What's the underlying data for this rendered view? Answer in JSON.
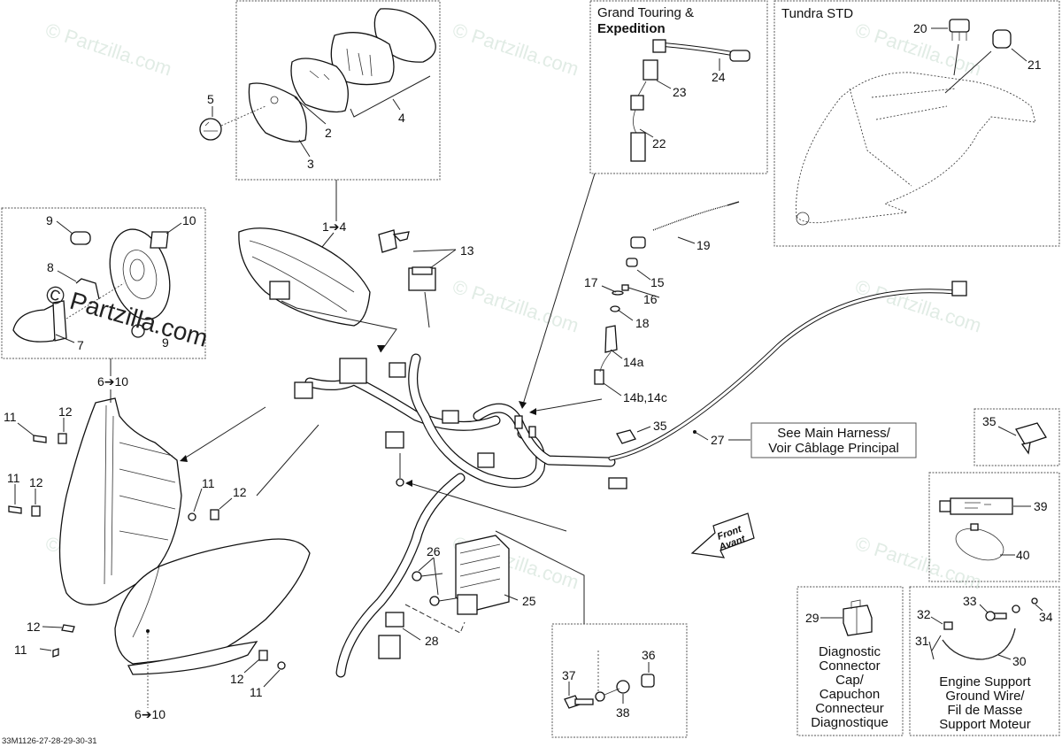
{
  "diagram": {
    "title": "Electrical system parts diagram",
    "reference_code": "33M1126-27-28-29-30-31",
    "watermark": "© Partzilla.com",
    "colors": {
      "line": "#111111",
      "box_border": "#555555",
      "watermark": "#d8e6dd",
      "background": "#ffffff"
    }
  },
  "boxes": {
    "gauge_cluster": {
      "callouts": [
        "5",
        "2",
        "3",
        "4"
      ]
    },
    "headlight_bulb": {
      "callouts": [
        "9",
        "10",
        "8",
        "7",
        "9"
      ]
    },
    "grand_touring": {
      "title_line1": "Grand Touring &",
      "title_line2": "Expedition",
      "callouts": [
        "24",
        "23",
        "22"
      ]
    },
    "tundra_std": {
      "title": "Tundra STD",
      "callouts": [
        "20",
        "21"
      ]
    },
    "main_harness_note": {
      "line1": "See Main Harness/",
      "line2": "Voir Câblage Principal"
    },
    "clip_box": {
      "callouts": [
        "35"
      ]
    },
    "grease_box": {
      "callouts": [
        "39",
        "40"
      ]
    },
    "diagnostic_cap": {
      "callout": "29",
      "caption": [
        "Diagnostic",
        "Connector",
        "Cap/",
        "Capuchon",
        "Connecteur",
        "Diagnostique"
      ]
    },
    "ground_wire": {
      "callouts": [
        "33",
        "32",
        "34",
        "31",
        "30"
      ],
      "caption": [
        "Engine Support",
        "Ground Wire/",
        "Fil de Masse",
        "Support Moteur"
      ]
    },
    "ground_hardware": {
      "callouts": [
        "36",
        "37",
        "38"
      ]
    }
  },
  "callouts": {
    "gauge_ref": "1➔4",
    "key_switch": "13",
    "tether": "19",
    "p15": "15",
    "p16": "16",
    "p17": "17",
    "p18": "18",
    "p14a": "14a",
    "p14bc": "14b,14c",
    "p35": "35",
    "p27": "27",
    "headlight_ref_top": "6➔10",
    "headlight_ref_bottom": "6➔10",
    "screws": [
      "11",
      "12",
      "11",
      "12",
      "11",
      "12",
      "12",
      "11",
      "12",
      "11"
    ],
    "p26": "26",
    "p25": "25",
    "p28": "28"
  },
  "direction_arrow": {
    "line1": "Front",
    "line2": "Avant"
  }
}
